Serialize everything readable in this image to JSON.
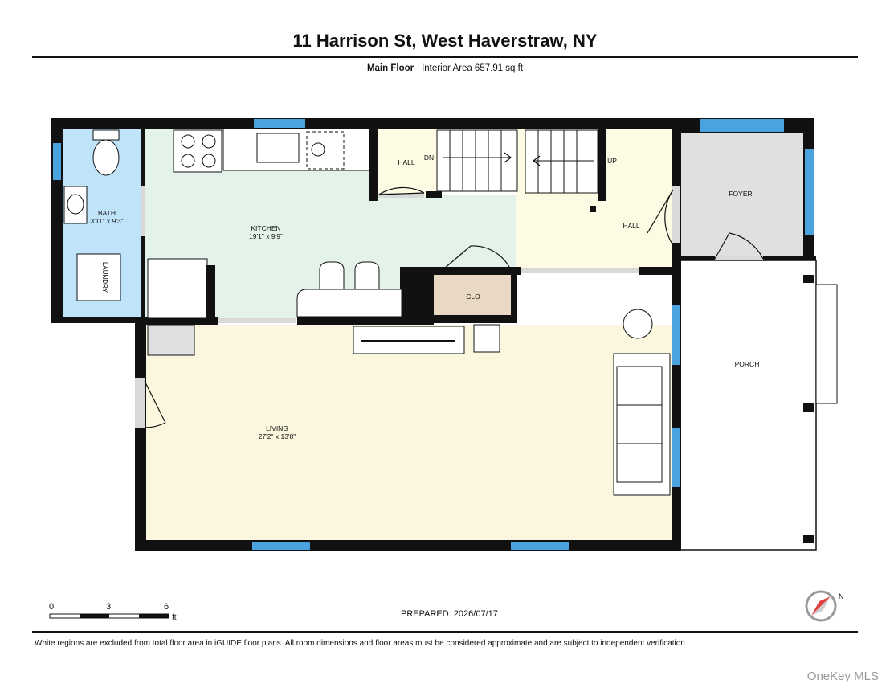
{
  "header": {
    "address": "11 Harrison St, West Haverstraw, NY",
    "floor_name": "Main Floor",
    "area_text": "Interior Area 657.91 sq ft"
  },
  "rooms": {
    "bath": {
      "name": "BATH",
      "dims": "3'11\" x 9'3\""
    },
    "laundry": {
      "name": "LAUNDRY"
    },
    "kitchen": {
      "name": "KITCHEN",
      "dims": "19'1\" x 9'9\""
    },
    "hall_left": {
      "name": "HALL"
    },
    "stairs_down": {
      "name": "DN"
    },
    "stairs_up": {
      "name": "UP"
    },
    "hall_right": {
      "name": "HALL"
    },
    "foyer": {
      "name": "FOYER"
    },
    "closet": {
      "name": "CLO"
    },
    "living": {
      "name": "LIVING",
      "dims": "27'2\" x 13'8\""
    },
    "porch": {
      "name": "PORCH"
    }
  },
  "scale": {
    "ticks": [
      "0",
      "3",
      "6"
    ],
    "unit": "ft"
  },
  "compass": {
    "label": "N"
  },
  "footer": {
    "prepared": "PREPARED: 2026/07/17",
    "disclaimer": "White regions are excluded from total floor area in iGUIDE floor plans. All room dimensions and floor areas must be considered approximate and are subject to independent verification.",
    "watermark": "OneKey MLS"
  },
  "colors": {
    "wall": "#111111",
    "window": "#4aa3df",
    "bath": "#bfe3f9",
    "kitchen": "#e4f3ea",
    "hall": "#fdfbe3",
    "living": "#fbf7df",
    "foyer": "#e0e0e0",
    "closet": "#e8d8c4"
  }
}
